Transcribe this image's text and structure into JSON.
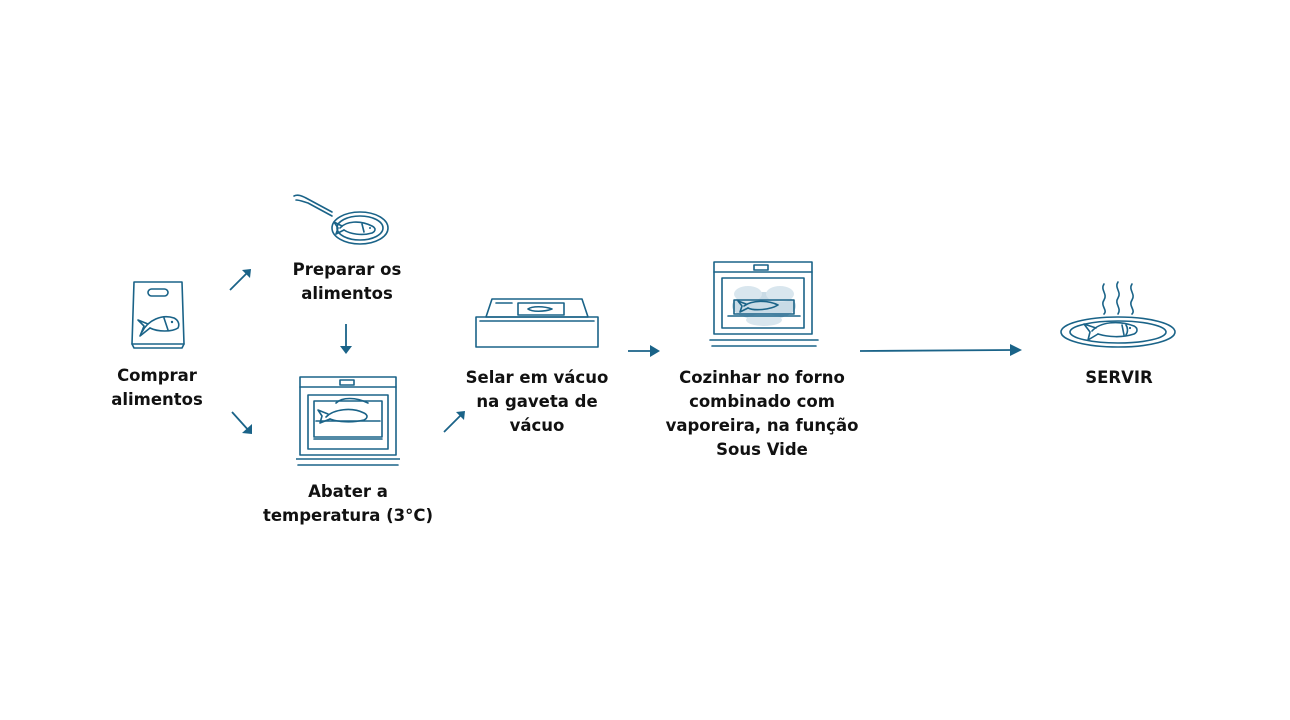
{
  "accent_color": "#1a6388",
  "steps": [
    {
      "label": "Comprar\nalimentos",
      "icon": "fish-bag-icon"
    },
    {
      "label": "Preparar os\nalimentos",
      "icon": "frying-pan-icon"
    },
    {
      "label": "Abater a\ntemperatura (3°C)",
      "icon": "blast-chiller-icon"
    },
    {
      "label": "Selar em vácuo\nna gaveta de\nvácuo",
      "icon": "vacuum-drawer-icon"
    },
    {
      "label": "Cozinhar no forno\ncombinado com\nvaporeira, na função\nSous Vide",
      "icon": "steam-oven-icon"
    },
    {
      "label": "SERVIR",
      "icon": "served-plate-icon"
    }
  ]
}
